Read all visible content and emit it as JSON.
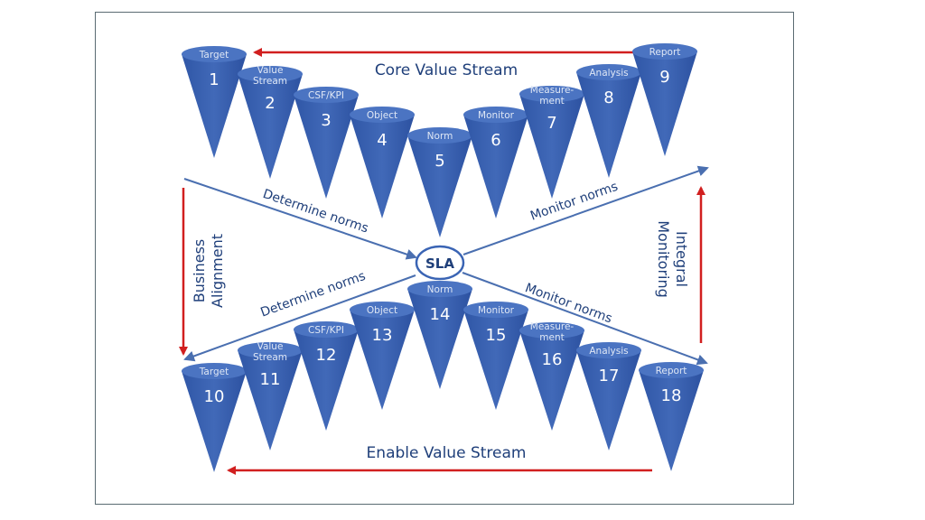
{
  "colors": {
    "cone_fill": "#3a64b4",
    "cone_top": "#4b74c2",
    "blue_arrow": "#4a6fb0",
    "red_arrow": "#d11f1f",
    "text_dark": "#1f3f7a"
  },
  "top_stream": {
    "title": "Core Value Stream",
    "cones": [
      {
        "number": "1",
        "label": [
          "Target"
        ]
      },
      {
        "number": "2",
        "label": [
          "Value",
          "Stream"
        ]
      },
      {
        "number": "3",
        "label": [
          "CSF/KPI"
        ]
      },
      {
        "number": "4",
        "label": [
          "Object"
        ]
      },
      {
        "number": "5",
        "label": [
          "Norm"
        ]
      },
      {
        "number": "6",
        "label": [
          "Monitor"
        ]
      },
      {
        "number": "7",
        "label": [
          "Measure-",
          "ment"
        ]
      },
      {
        "number": "8",
        "label": [
          "Analysis"
        ]
      },
      {
        "number": "9",
        "label": [
          "Report"
        ]
      }
    ]
  },
  "bottom_stream": {
    "title": "Enable Value Stream",
    "cones": [
      {
        "number": "10",
        "label": [
          "Target"
        ]
      },
      {
        "number": "11",
        "label": [
          "Value",
          "Stream"
        ]
      },
      {
        "number": "12",
        "label": [
          "CSF/KPI"
        ]
      },
      {
        "number": "13",
        "label": [
          "Object"
        ]
      },
      {
        "number": "14",
        "label": [
          "Norm"
        ]
      },
      {
        "number": "15",
        "label": [
          "Monitor"
        ]
      },
      {
        "number": "16",
        "label": [
          "Measure-",
          "ment"
        ]
      },
      {
        "number": "17",
        "label": [
          "Analysis"
        ]
      },
      {
        "number": "18",
        "label": [
          "Report"
        ]
      }
    ]
  },
  "center": {
    "label": "SLA"
  },
  "flows": {
    "top_left": "Determine norms",
    "top_right": "Monitor norms",
    "bottom_left": "Determine norms",
    "bottom_right": "Monitor norms"
  },
  "sides": {
    "left": [
      "Business",
      "Alignment"
    ],
    "right": [
      "Integral",
      "Monitoring"
    ]
  }
}
